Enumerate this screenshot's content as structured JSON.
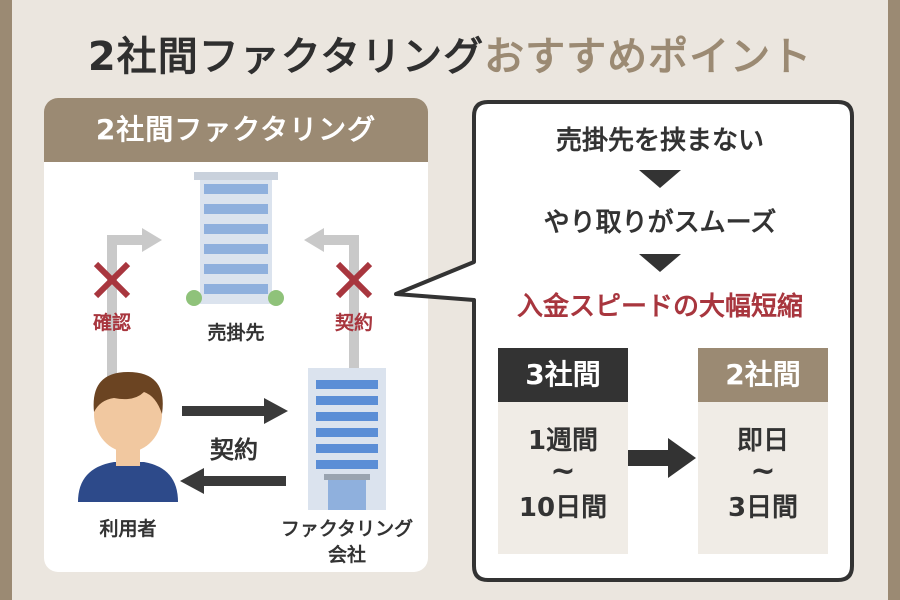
{
  "title": {
    "main": "2社間ファクタリング",
    "accent": "おすすめポイント"
  },
  "left_panel": {
    "header": "2社間ファクタリング",
    "customer_label": "売掛先",
    "confirm_label": "確認",
    "contract_label_top": "契約",
    "contract_label_middle": "契約",
    "user_label": "利用者",
    "company_label_line1": "ファクタリング",
    "company_label_line2": "会社"
  },
  "bubble": {
    "step1": "売掛先を挟まない",
    "step2": "やり取りがスムーズ",
    "result": "入金スピードの大幅短縮"
  },
  "comparison": {
    "three": {
      "header": "3社間",
      "line1": "1週間",
      "tilde": "~",
      "line2": "10日間"
    },
    "two": {
      "header": "2社間",
      "line1": "即日",
      "tilde": "~",
      "line2": "3日間"
    }
  },
  "colors": {
    "accent_brown": "#9b8a73",
    "dark": "#333333",
    "red": "#a8363e",
    "building_blue": "#5b8ed6"
  }
}
